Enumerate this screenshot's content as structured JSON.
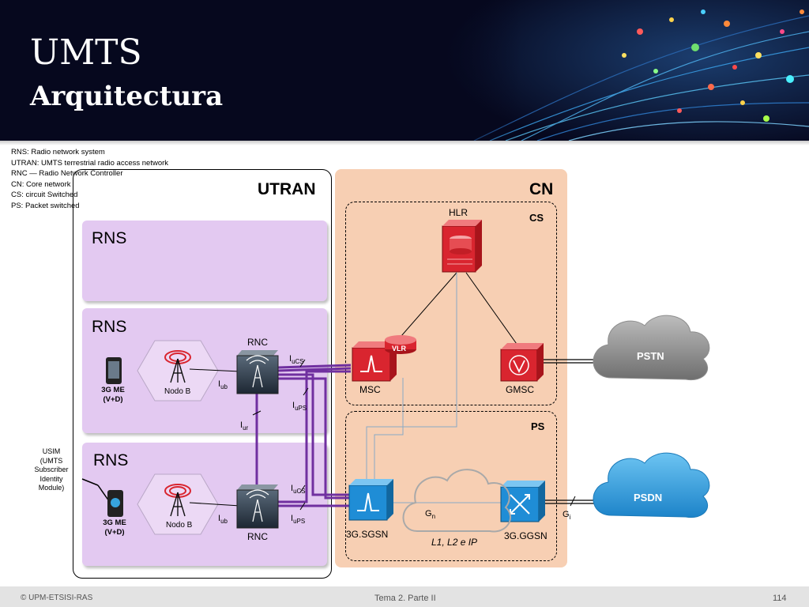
{
  "header": {
    "title": "UMTS",
    "subtitle": "Arquitectura"
  },
  "legend": [
    "RNS: Radio network system",
    "UTRAN: UMTS terrestrial radio access network",
    "RNC — Radio Network Controller",
    "CN: Core network",
    "CS: circuit Switched",
    "PS: Packet switched"
  ],
  "diagram": {
    "utran": "UTRAN",
    "cn": "CN",
    "cs": "CS",
    "ps": "PS",
    "rns": [
      "RNS",
      "RNS",
      "RNS"
    ],
    "rnc": "RNC",
    "nodo_b": "Nodo B",
    "me_line1": "3G ME",
    "me_line2": "(V+D)",
    "usim": [
      "USIM",
      "(UMTS",
      "Subscriber",
      "Identity",
      "Module)"
    ],
    "hlr": "HLR",
    "vlr": "VLR",
    "msc": "MSC",
    "gmsc": "GMSC",
    "sgsn": "3G.SGSN",
    "ggsn": "3G.GGSN",
    "pstn": "PSTN",
    "psdn": "PSDN",
    "transport": "L1, L2 e IP",
    "iface": {
      "i": "I",
      "ub": "ub",
      "ucs": "uCS",
      "ups": "uPS",
      "ur": "ur",
      "g": "G",
      "n": "n",
      "gi": "i"
    }
  },
  "footer": {
    "copyright": "© UPM-ETSISI-RAS",
    "center": "Tema 2. Parte II",
    "page": "114"
  },
  "colors": {
    "purple_link": "#7030a0",
    "rns_fill": "#e3c9f1",
    "cn_fill": "#f7cfb3",
    "red_node": "#d9252f",
    "blue_node": "#1f8dd6"
  }
}
